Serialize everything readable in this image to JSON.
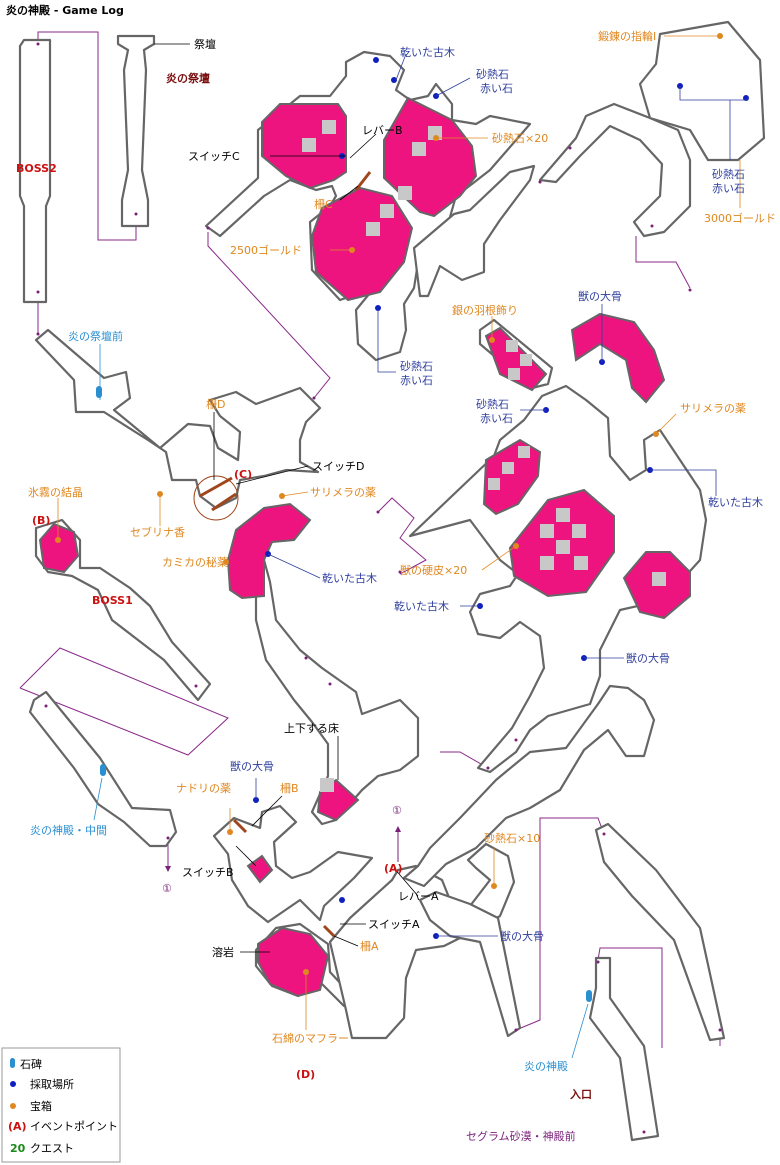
{
  "header": {
    "title": "炎の神殿 - Game Log"
  },
  "areas": {
    "altar": "炎の祭壇",
    "boss2": "BOSS2",
    "boss1": "BOSS1",
    "entrance": "入口",
    "d": "(D)",
    "c": "(C)",
    "b": "(B)",
    "a": "(A)",
    "circle1": "①"
  },
  "monuments": {
    "altar_front": "炎の祭壇前",
    "temple_mid": "炎の神殿・中間",
    "temple": "炎の神殿",
    "segram": "セグラム砂漠・神殿前"
  },
  "labels": {
    "saidan": "祭壇",
    "dry_wood_1": "乾いた古木",
    "sand_red_1a": "砂熱石",
    "sand_red_1b": "赤い石",
    "lever_b": "レバーB",
    "switch_c": "スイッチC",
    "sand_x20": "砂熱石×20",
    "gate_c": "柵C",
    "gold_2500": "2500ゴールド",
    "forged_ring": "鍛錬の指輪Ⅰ",
    "sand_red_2a": "砂熱石",
    "sand_red_2b": "赤い石",
    "gold_3000": "3000ゴールド",
    "sand_red_3a": "砂熱石",
    "sand_red_3b": "赤い石",
    "silver_feather": "銀の羽根飾り",
    "beast_bone_1": "獣の大骨",
    "sand_red_4a": "砂熱石",
    "sand_red_4b": "赤い石",
    "sarimera_1": "サリメラの薬",
    "dry_wood_2": "乾いた古木",
    "beast_hide": "獣の硬皮×20",
    "dry_wood_3": "乾いた古木",
    "beast_bone_2": "獣の大骨",
    "gate_d": "柵D",
    "switch_d": "スイッチD",
    "sarimera_2": "サリメラの薬",
    "ice_crystal": "氷霧の結晶",
    "sebrina": "セブリナ香",
    "kamika": "カミカの秘薬",
    "dry_wood_4": "乾いた古木",
    "lift_floor": "上下する床",
    "beast_bone_3": "獣の大骨",
    "nadori": "ナドリの薬",
    "gate_b": "柵B",
    "switch_b": "スイッチB",
    "lava": "溶岩",
    "asbestos": "石綿のマフラー",
    "sand_x10": "砂熱石×10",
    "lever_a": "レバーA",
    "switch_a": "スイッチA",
    "gate_a": "柵A",
    "beast_bone_4": "獣の大骨"
  },
  "legend": {
    "monument": "石碑",
    "gather": "採取場所",
    "chest": "宝箱",
    "event_mark": "(A)",
    "event": "イベントポイント",
    "quest_mark": "20",
    "quest": "クエスト"
  },
  "colors": {
    "lava": "#ee1480",
    "chest": "#e08820",
    "gather": "#1020c0",
    "monument": "#2a8fd0",
    "route": "#8a2a8a",
    "wall": "#666666"
  }
}
